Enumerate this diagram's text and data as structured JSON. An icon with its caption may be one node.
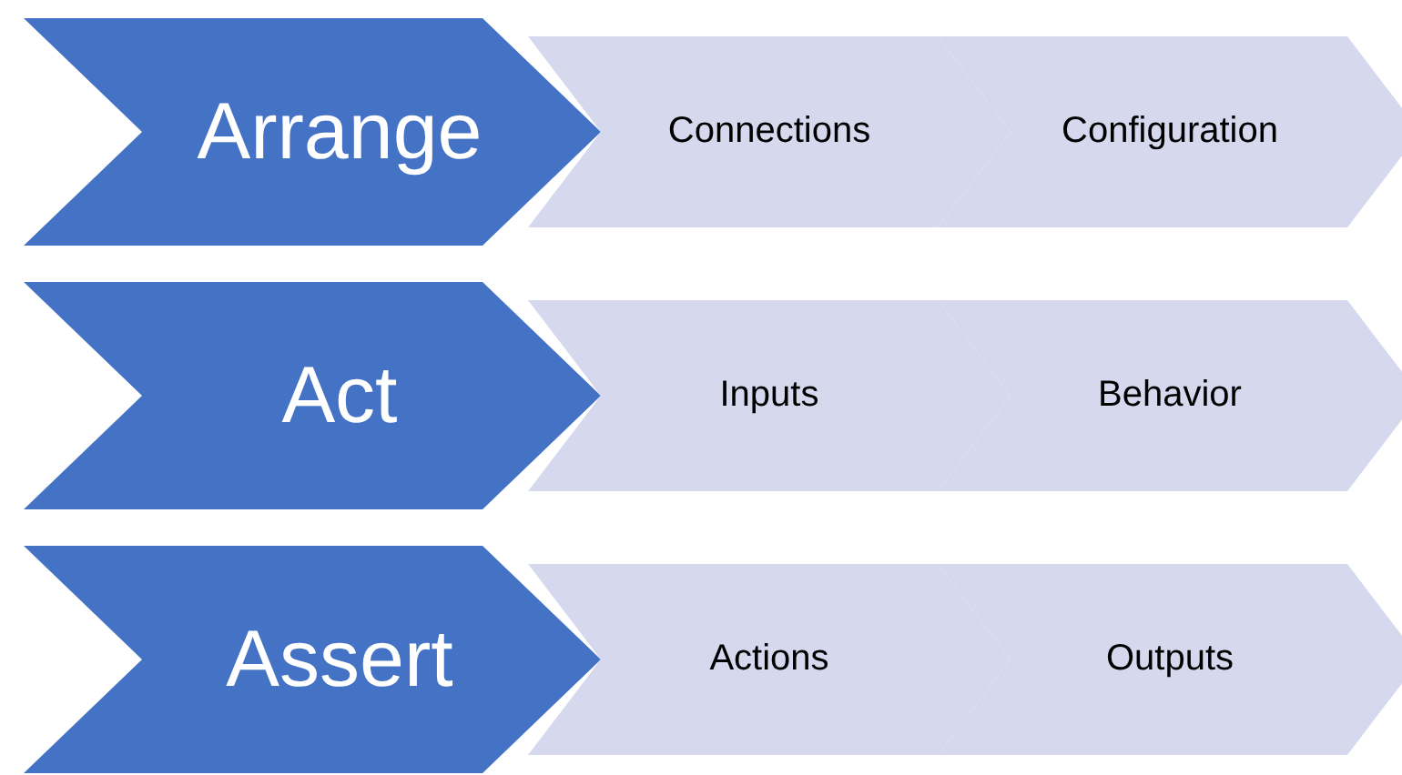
{
  "diagram": {
    "nodes": [
      {
        "text": [
          "Arrange"
        ]
      },
      {
        "text": [
          "Connections"
        ]
      },
      {
        "text": [
          "Configuration"
        ]
      },
      {
        "text": [
          "Act"
        ]
      },
      {
        "text": [
          "Inputs"
        ]
      },
      {
        "text": [
          "Behavior"
        ]
      },
      {
        "text": [
          "Assert"
        ]
      },
      {
        "text": [
          "Actions"
        ]
      },
      {
        "text": [
          "Outputs"
        ]
      }
    ]
  }
}
